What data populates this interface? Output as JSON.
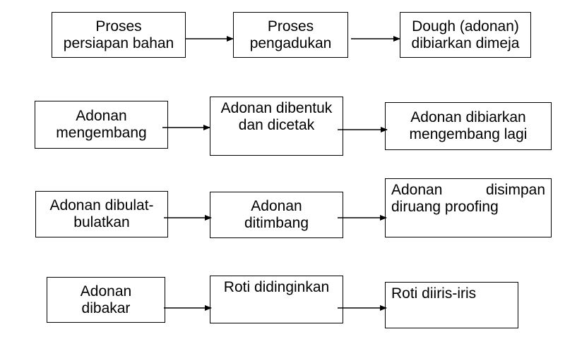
{
  "flow": {
    "r1": {
      "b1": [
        "Proses",
        "persiapan bahan"
      ],
      "b2": [
        "Proses",
        "pengadukan"
      ],
      "b3": [
        "Dough (adonan)",
        "dibiarkan dimeja"
      ]
    },
    "r2": {
      "b1": [
        "Adonan",
        "mengembang"
      ],
      "b2": [
        "Adonan dibentuk",
        "dan dicetak"
      ],
      "b3": [
        "Adonan dibiarkan",
        "mengembang lagi"
      ]
    },
    "r3": {
      "b1": [
        "Adonan dibulat-",
        "bulatkan"
      ],
      "b2": [
        "Adonan",
        "ditimbang"
      ],
      "b3_first": [
        "Adonan",
        "disimpan"
      ],
      "b3_second": "diruang proofing"
    },
    "r4": {
      "b1": [
        "Adonan",
        "dibakar"
      ],
      "b2": [
        "Roti didinginkan"
      ],
      "b3": [
        "Roti diiris-iris"
      ]
    }
  }
}
